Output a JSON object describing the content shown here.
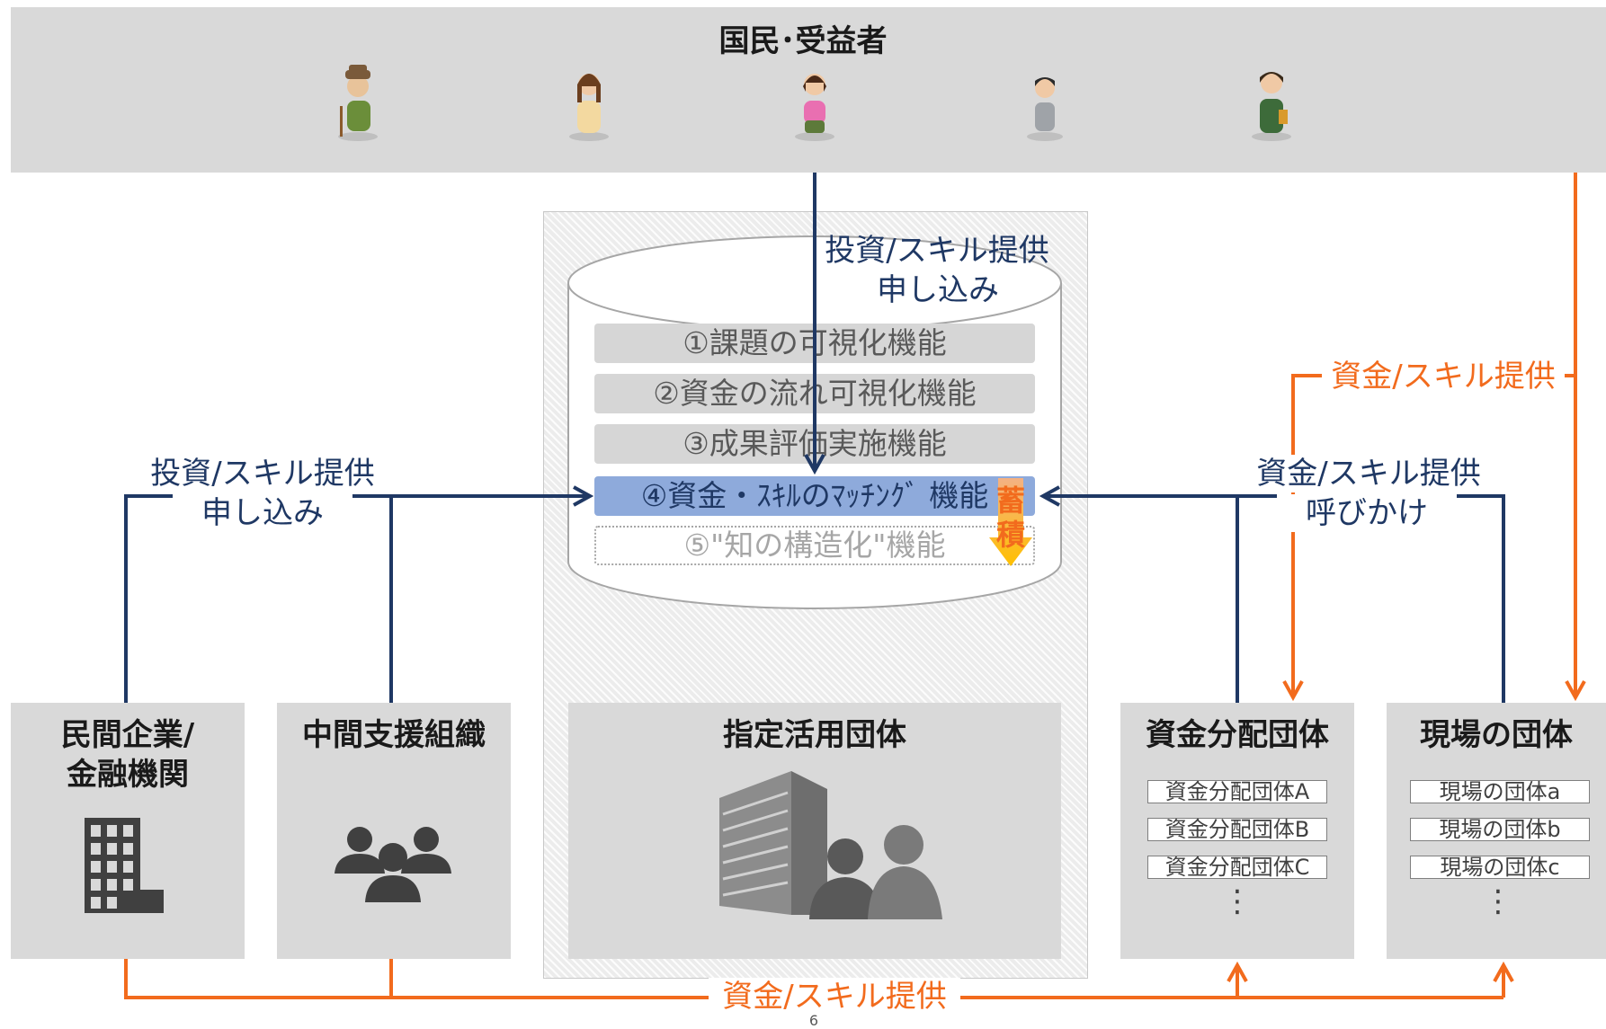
{
  "top": {
    "title": "国民･受益者"
  },
  "center_panel": {
    "top_label_line1": "投資/スキル提供",
    "top_label_line2": "申し込み",
    "functions": [
      "①課題の可視化機能",
      "②資金の流れ可視化機能",
      "③成果評価実施機能",
      "④資金・ｽｷﾙのﾏｯﾁﾝｸﾞ 機能",
      "⑤\"知の構造化\"機能"
    ],
    "accumulate_label": "蓄積",
    "org_title": "指定活用団体"
  },
  "left_label": {
    "line1": "投資/スキル提供",
    "line2": "申し込み"
  },
  "right_blue_label": {
    "line1": "資金/スキル提供",
    "line2": "呼びかけ"
  },
  "right_orange_label": "資金/スキル提供",
  "bottom_label": "資金/スキル提供",
  "boxes": {
    "private": {
      "line1": "民間企業/",
      "line2": "金融機関"
    },
    "intermediary": "中間支援組織",
    "distribution": {
      "title": "資金分配団体",
      "items": [
        "資金分配団体A",
        "資金分配団体B",
        "資金分配団体C"
      ],
      "more": "⋮"
    },
    "field": {
      "title": "現場の団体",
      "items": [
        "現場の団体a",
        "現場の団体b",
        "現場の団体c"
      ],
      "more": "⋮"
    }
  },
  "page_number": "6",
  "colors": {
    "blue": "#1f3864",
    "orange": "#f26b1d",
    "gray": "#d9d9d9"
  }
}
